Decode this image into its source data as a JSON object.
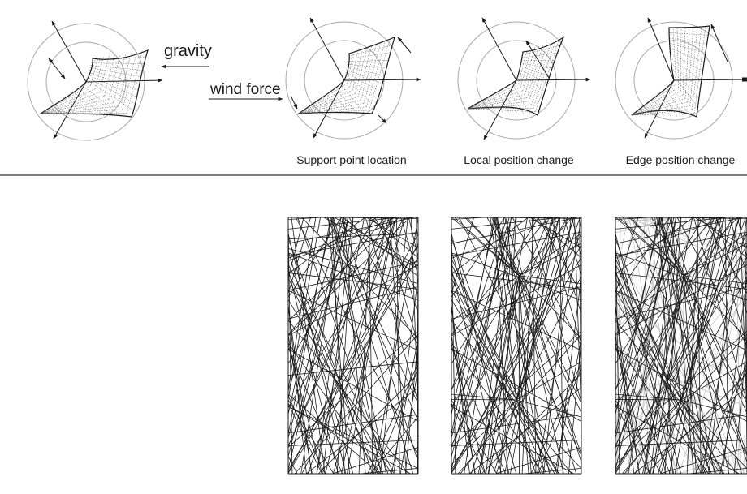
{
  "forces": {
    "gravity": "gravity",
    "wind": "wind force"
  },
  "captions": [
    "Support point location",
    "Local position change",
    "Edge position change"
  ],
  "colors": {
    "ink": "#1a1a1a",
    "guide": "#a8a8a8",
    "mesh": "#555555",
    "divider": "#333333"
  },
  "diagrams": [
    {
      "id": "base",
      "caption_index": null
    },
    {
      "id": "support-point-location",
      "caption_index": 0
    },
    {
      "id": "local-position-change",
      "caption_index": 1
    },
    {
      "id": "edge-position-change",
      "caption_index": 2
    }
  ],
  "panels": [
    {
      "id": "support-point-location",
      "line_count": 170,
      "secondary_line_count": 0,
      "cluster": false
    },
    {
      "id": "local-position-change",
      "line_count": 170,
      "secondary_line_count": 0,
      "cluster": true
    },
    {
      "id": "edge-position-change",
      "line_count": 170,
      "secondary_line_count": 60,
      "cluster": true
    }
  ]
}
